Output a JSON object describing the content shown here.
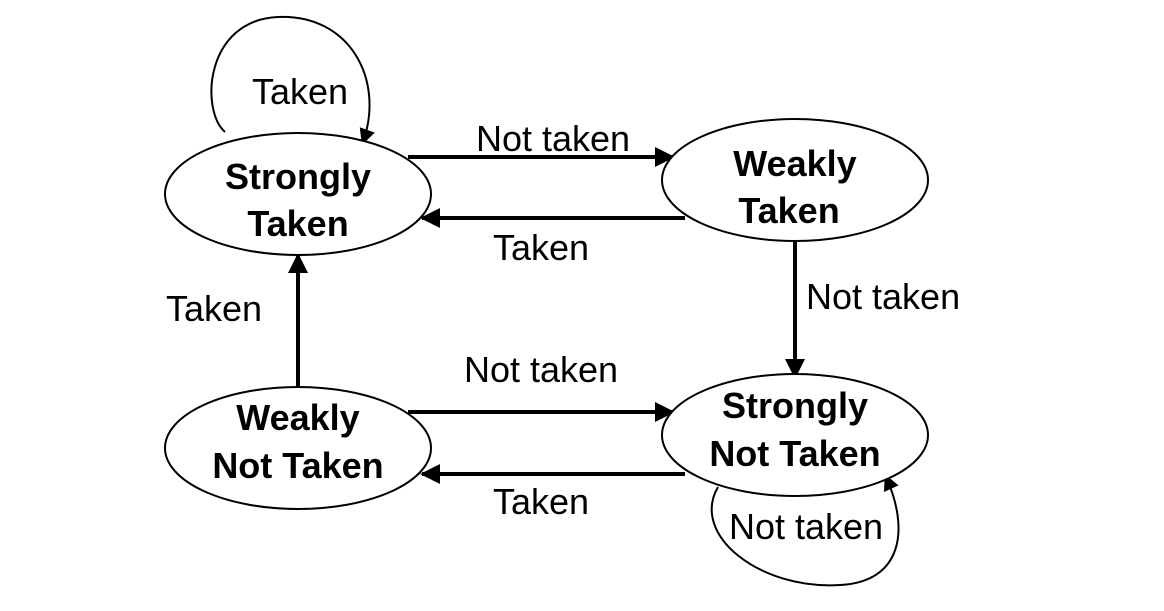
{
  "states": {
    "strongly_taken": [
      "Strongly",
      "Taken"
    ],
    "weakly_taken": [
      "Weakly",
      "Taken"
    ],
    "weakly_not_taken": [
      "Weakly",
      "Not Taken"
    ],
    "strongly_not_taken": [
      "Strongly",
      "Not Taken"
    ]
  },
  "transitions": {
    "st_self": "Taken",
    "st_to_wt": "Not taken",
    "wt_to_st": "Taken",
    "wt_to_snt": "Not taken",
    "wnt_to_st": "Taken",
    "wnt_to_snt": "Not taken",
    "snt_to_wnt": "Taken",
    "snt_self": "Not taken"
  },
  "colors": {
    "stroke": "#000000",
    "background": "#ffffff"
  }
}
